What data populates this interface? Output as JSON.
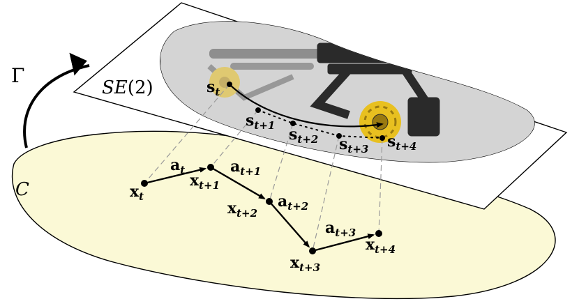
{
  "labels": {
    "gamma": "Γ",
    "manifold": "C",
    "se2_base": "SE",
    "se2_arg": "(2)"
  },
  "state_points": [
    {
      "base": "s",
      "sub": "t"
    },
    {
      "base": "s",
      "sub": "t+1"
    },
    {
      "base": "s",
      "sub": "t+2"
    },
    {
      "base": "s",
      "sub": "t+3"
    },
    {
      "base": "s",
      "sub": "t+4"
    }
  ],
  "latent_points": [
    {
      "base": "x",
      "sub": "t"
    },
    {
      "base": "x",
      "sub": "t+1"
    },
    {
      "base": "x",
      "sub": "t+2"
    },
    {
      "base": "x",
      "sub": "t+3"
    },
    {
      "base": "x",
      "sub": "t+4"
    }
  ],
  "actions": [
    {
      "base": "a",
      "sub": "t"
    },
    {
      "base": "a",
      "sub": "t+1"
    },
    {
      "base": "a",
      "sub": "t+2"
    },
    {
      "base": "a",
      "sub": "t+3"
    }
  ],
  "colors": {
    "latent_fill": "#fbf9d6",
    "plane_fill": "#ffffff",
    "region_fill": "#d8d8d8",
    "wheel": "#e8c020",
    "robot": "#2a2a2a",
    "dashes": "#9a9a9a"
  }
}
